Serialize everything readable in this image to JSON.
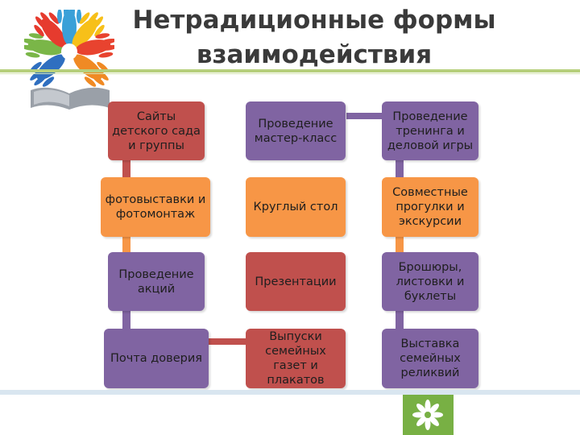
{
  "title": {
    "line1": "Нетрадиционные формы",
    "line2": "взаимодействия"
  },
  "colors": {
    "red": "#c0504d",
    "purple": "#8064a2",
    "orange": "#f79646",
    "accent_green": "#78b044",
    "band_green": "#b6cf7c"
  },
  "boxes": {
    "r1c1": "Сайты детского сада и группы",
    "r1c2": "Проведение мастер-класс",
    "r1c3": "Проведение тренинга и деловой игры",
    "r2c1": "фотовыставки и фотомонтаж",
    "r2c2": "Круглый стол",
    "r2c3": "Совместные прогулки и экскурсии",
    "r3c1": "Проведение акций",
    "r3c2": "Презентации",
    "r3c3": "Брошюры, листовки и буклеты",
    "r4c1": "Почта доверия",
    "r4c2": "Выпуски семейных газет и плакатов",
    "r4c3": "Выставка семейных реликвий"
  },
  "icons": {
    "logo": "colorful-hands-book-icon",
    "footer": "flower-emblem-icon"
  }
}
